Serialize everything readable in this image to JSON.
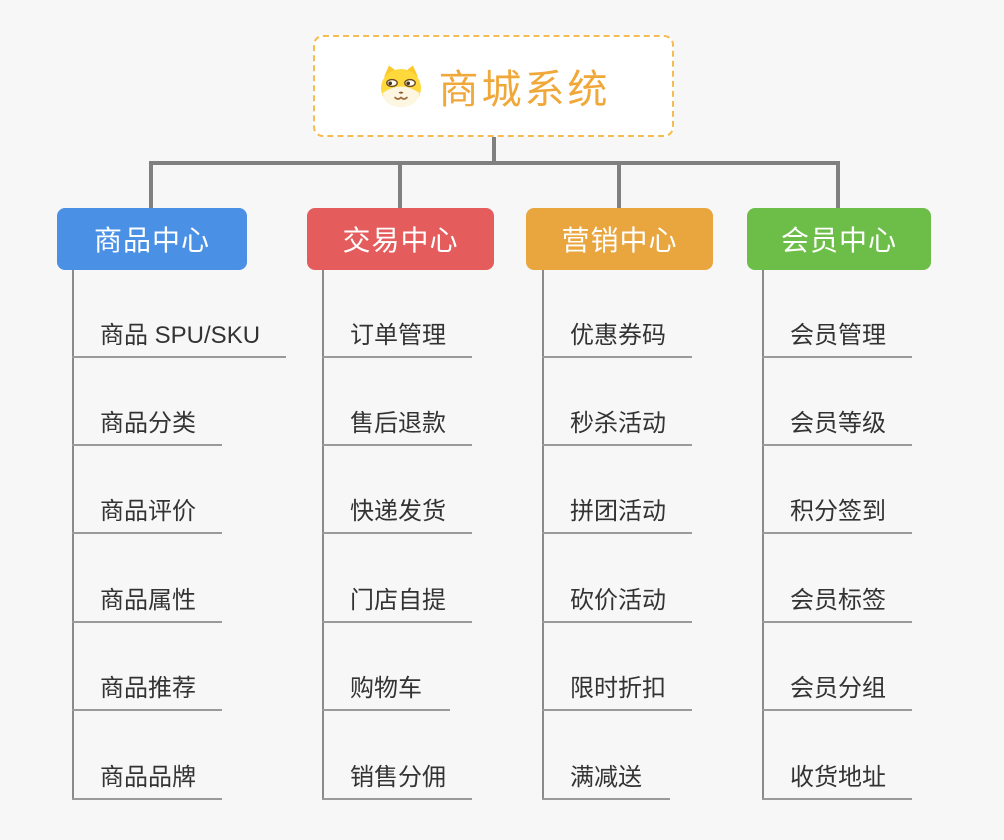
{
  "page": {
    "background": "#f7f7f7"
  },
  "connectors": {
    "color": "#808080"
  },
  "root": {
    "title": "商城系统",
    "icon": "shiba-dog-icon",
    "accent_color": "#f0a83a",
    "border_color": "#f4bc53"
  },
  "branches": [
    {
      "label": "商品中心",
      "color": "#4a90e5",
      "items": [
        "商品 SPU/SKU",
        "商品分类",
        "商品评价",
        "商品属性",
        "商品推荐",
        "商品品牌"
      ]
    },
    {
      "label": "交易中心",
      "color": "#e45c5c",
      "items": [
        "订单管理",
        "售后退款",
        "快递发货",
        "门店自提",
        "购物车",
        "销售分佣"
      ]
    },
    {
      "label": "营销中心",
      "color": "#e9a63f",
      "items": [
        "优惠券码",
        "秒杀活动",
        "拼团活动",
        "砍价活动",
        "限时折扣",
        "满减送"
      ]
    },
    {
      "label": "会员中心",
      "color": "#6cbe48",
      "items": [
        "会员管理",
        "会员等级",
        "积分签到",
        "会员标签",
        "会员分组",
        "收货地址"
      ]
    }
  ]
}
